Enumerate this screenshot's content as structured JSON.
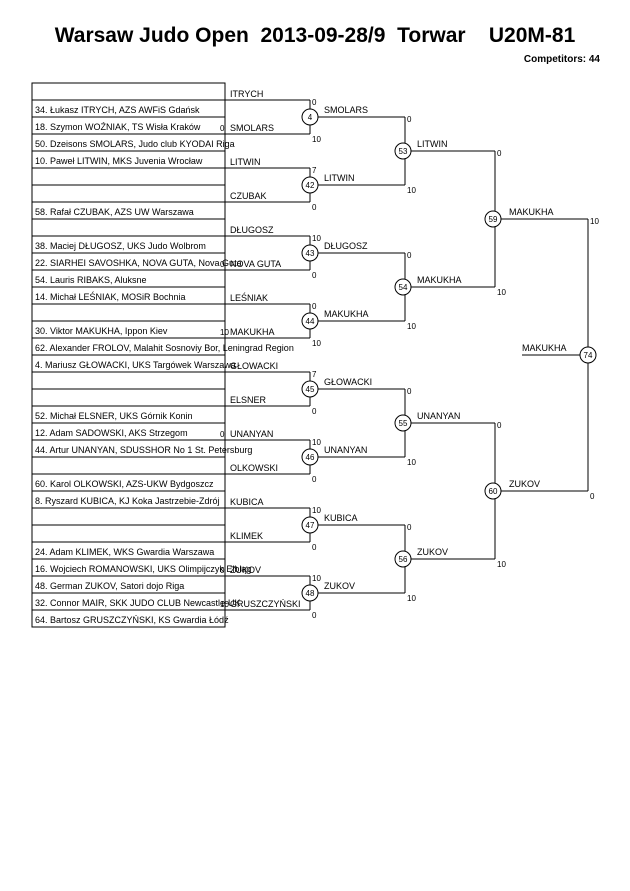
{
  "header": {
    "title": "Warsaw Judo Open  2013-09-28/9  Torwar    U20M-81",
    "competitors": "Competitors: 44"
  },
  "slots": [
    "",
    "34. Łukasz ITRYCH, AZS AWFiS Gdańsk",
    "18. Szymon WOŹNIAK, TS Wisła Kraków",
    "50. Dzeisons SMOLARS, Judo club KYODAI Riga",
    "10. Paweł LITWIN, MKS Juvenia Wrocław",
    "",
    "",
    "58. Rafał CZUBAK, AZS UW Warszawa",
    "",
    "38. Maciej DŁUGOSZ, UKS Judo  Wolbrom",
    "22. SIARHEI SAVOSHKA, NOVA GUTA, Nova Guta",
    "54. Lauris RIBAKS, Aluksne",
    "14. Michał LEŚNIAK, MOSiR Bochnia",
    "",
    "30. Viktor MAKUKHA, Ippon Kiev",
    "62. Alexander FROLOV, Malahit Sosnoviy Bor, Leningrad Region",
    "4. Mariusz GŁOWACKI, UKS Targówek Warszawa",
    "",
    "",
    "52. Michał ELSNER, UKS Górnik Konin",
    "12. Adam SADOWSKI, AKS Strzegom",
    "44. Artur UNANYAN, SDUSSHOR No 1 St. Petersburg",
    "",
    "60. Karol OLKOWSKI, AZS-UKW Bydgoszcz",
    "8. Ryszard KUBICA, KJ Koka Jastrzebie-Zdrój",
    "",
    "",
    "24. Adam KLIMEK, WKS Gwardia Warszawa",
    "16. Wojciech ROMANOWSKI, UKS Olimpijczyk Elbląg",
    "48. German ZUKOV, Satori dojo Riga",
    "32. Connor MAIR, SKK JUDO CLUB Newcastle-UK",
    "64. Bartosz GRUSZCZYŃSKI, KS Gwardia Łódź"
  ],
  "round1": [
    {
      "num": "4",
      "name_top": "ITRYCH",
      "winner": "SMOLARS",
      "name_bot": "SMOLARS",
      "score_top": "0",
      "score_bot": "10",
      "seed_score_top": "",
      "seed_score_bot": "0"
    },
    {
      "num": "42",
      "name_top": "LITWIN",
      "winner": "LITWIN",
      "name_bot": "CZUBAK",
      "score_top": "7",
      "score_bot": "0",
      "seed_score_top": "",
      "seed_score_bot": ""
    },
    {
      "num": "43",
      "name_top": "DŁUGOSZ",
      "winner": "DŁUGOSZ",
      "name_bot": "NOVA GUTA",
      "score_top": "10",
      "score_bot": "0",
      "seed_score_top": "",
      "seed_score_bot": "0"
    },
    {
      "num": "44",
      "name_top": "LEŚNIAK",
      "winner": "MAKUKHA",
      "name_bot": "MAKUKHA",
      "score_top": "0",
      "score_bot": "10",
      "seed_score_top": "",
      "seed_score_bot": "10"
    },
    {
      "num": "45",
      "name_top": "GŁOWACKI",
      "winner": "GŁOWACKI",
      "name_bot": "ELSNER",
      "score_top": "7",
      "score_bot": "0",
      "seed_score_top": "",
      "seed_score_bot": ""
    },
    {
      "num": "46",
      "name_top": "UNANYAN",
      "winner": "UNANYAN",
      "name_bot": "OLKOWSKI",
      "score_top": "10",
      "score_bot": "0",
      "seed_score_top": "0",
      "seed_score_bot": ""
    },
    {
      "num": "47",
      "name_top": "KUBICA",
      "winner": "KUBICA",
      "name_bot": "KLIMEK",
      "score_top": "10",
      "score_bot": "0",
      "seed_score_top": "",
      "seed_score_bot": ""
    },
    {
      "num": "48",
      "name_top": "ZUKOV",
      "winner": "ZUKOV",
      "name_bot": "GRUSZCZYŃSKI",
      "score_top": "10",
      "score_bot": "0",
      "seed_score_top": "0",
      "seed_score_bot": "10"
    }
  ],
  "round2": [
    {
      "num": "53",
      "winner": "LITWIN",
      "score_top": "0",
      "score_bot": "10"
    },
    {
      "num": "54",
      "winner": "MAKUKHA",
      "score_top": "0",
      "score_bot": "10"
    },
    {
      "num": "55",
      "winner": "UNANYAN",
      "score_top": "0",
      "score_bot": "10"
    },
    {
      "num": "56",
      "winner": "ZUKOV",
      "score_top": "0",
      "score_bot": "10"
    }
  ],
  "round3": [
    {
      "num": "59",
      "winner": "MAKUKHA",
      "score_top": "0",
      "score_bot": "10"
    },
    {
      "num": "60",
      "winner": "ZUKOV",
      "score_top": "0",
      "score_bot": "10"
    }
  ],
  "final": {
    "num": "74",
    "winner": "MAKUKHA",
    "score_top": "10",
    "score_bot": "0"
  }
}
